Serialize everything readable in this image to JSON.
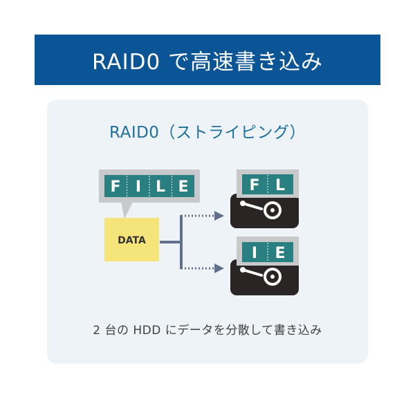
{
  "header": {
    "title": "RAID0 で高速書き込み"
  },
  "subtitle": "RAID0（ストライピング）",
  "file_letters": [
    "F",
    "I",
    "L",
    "E"
  ],
  "data_label": "DATA",
  "drive_top_letters": [
    "F",
    "L"
  ],
  "drive_bottom_letters": [
    "I",
    "E"
  ],
  "caption": "2 台の HDD にデータを分散して書き込み",
  "colors": {
    "header_bg": "#0b5596",
    "panel_bg": "#eef3f8",
    "tile": "#2a8081",
    "tile_frame": "#c7c9cb",
    "data_box": "#f5e47a",
    "connector": "#5f6f8c",
    "hdd_body": "#2b2424"
  }
}
